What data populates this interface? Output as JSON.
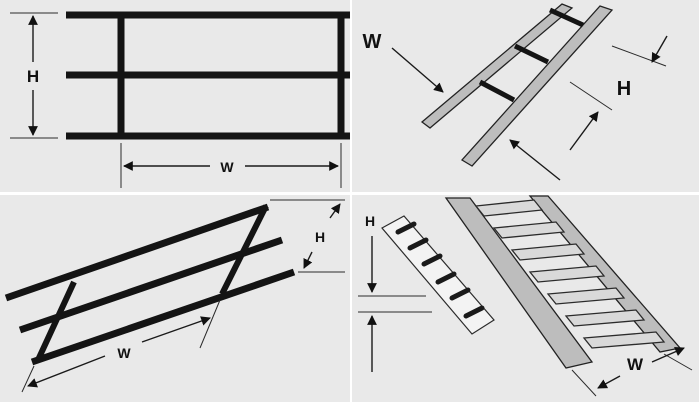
{
  "panels": {
    "handrail_front": {
      "height_label": "H",
      "width_label": "W"
    },
    "ladder": {
      "width_label": "W",
      "height_label": "H"
    },
    "handrail_angled": {
      "height_label": "H",
      "width_label": "W"
    },
    "stair": {
      "height_label": "H",
      "width_label": "W"
    }
  },
  "colors": {
    "ink": "#141414",
    "paper": "#e9e9e9",
    "gutter": "#ffffff"
  }
}
